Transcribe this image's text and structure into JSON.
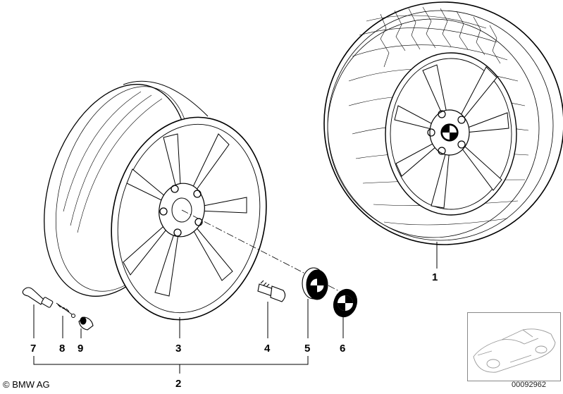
{
  "diagram": {
    "callouts": [
      {
        "id": "c1",
        "label": "1"
      },
      {
        "id": "c2",
        "label": "2"
      },
      {
        "id": "c3",
        "label": "3"
      },
      {
        "id": "c4",
        "label": "4"
      },
      {
        "id": "c5",
        "label": "5"
      },
      {
        "id": "c6",
        "label": "6"
      },
      {
        "id": "c7",
        "label": "7"
      },
      {
        "id": "c8",
        "label": "8"
      },
      {
        "id": "c9",
        "label": "9"
      }
    ]
  },
  "footer": {
    "copyright": "© BMW AG",
    "image_number": "00092962"
  },
  "colors": {
    "line": "#000000",
    "background": "#ffffff",
    "thumb_border": "#888888"
  },
  "icons": {
    "emblem": "bmw-roundel-icon",
    "thumbnail": "car-thumbnail-icon"
  }
}
